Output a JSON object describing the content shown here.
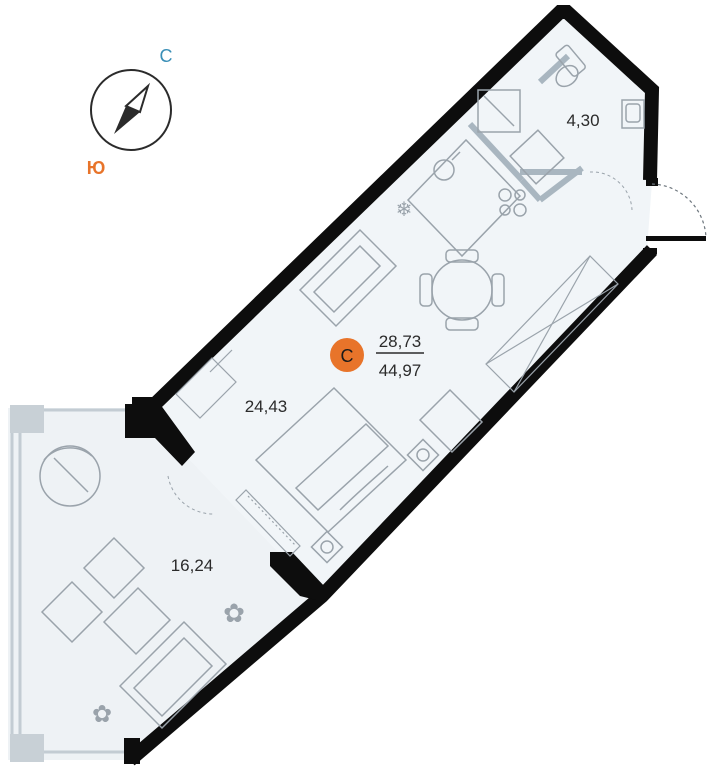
{
  "compass": {
    "north_label": "С",
    "south_label": "Ю",
    "north_color": "#3a8fb7",
    "south_color": "#e8742a"
  },
  "apartment": {
    "type_badge": "С",
    "badge_color": "#e8742a",
    "living_area": "28,73",
    "total_area": "44,97"
  },
  "rooms": {
    "bathroom_area": "4,30",
    "main_room_area": "24,43",
    "terrace_area": "16,24"
  },
  "colors": {
    "wall": "#0d0d0d",
    "room_fill": "#f1f5f8",
    "terrace_fill": "#eef2f5",
    "furniture": "#9aa3ab",
    "partition": "#a9b6c0"
  }
}
